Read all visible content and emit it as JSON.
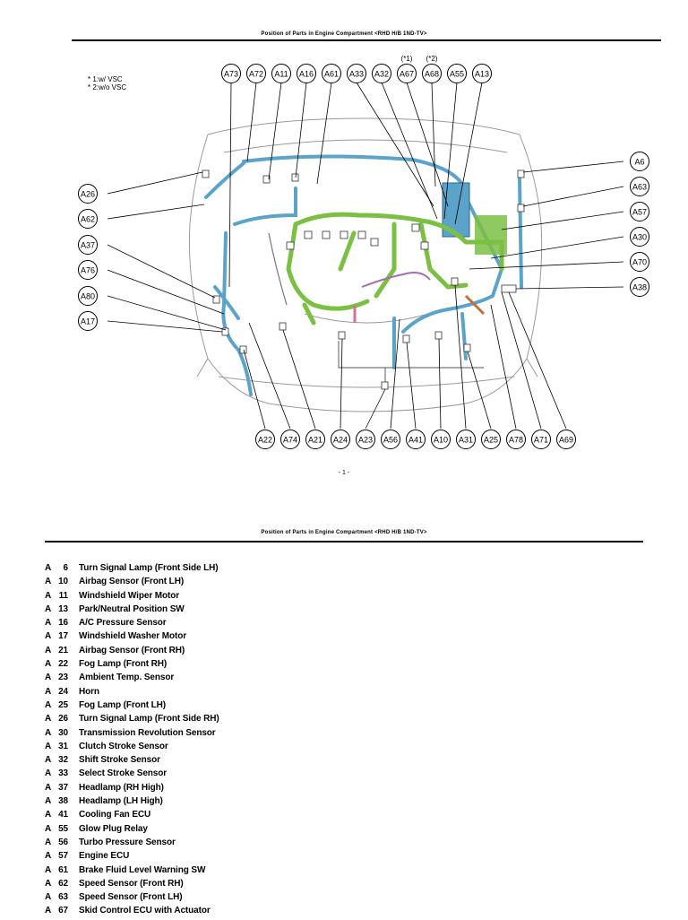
{
  "page1": {
    "header": "Position of Parts in Engine Compartment <RHD H/B 1ND-TV>",
    "footnotes": [
      "* 1:w/ VSC",
      "* 2:w/o VSC"
    ],
    "top_notes": [
      "(*1)",
      "(*2)"
    ],
    "top_callouts": [
      "A73",
      "A72",
      "A11",
      "A16",
      "A61",
      "A33",
      "A32",
      "A67",
      "A68",
      "A55",
      "A13"
    ],
    "left_callouts": [
      "A26",
      "A62",
      "A37",
      "A76",
      "A80",
      "A17"
    ],
    "right_callouts": [
      "A6",
      "A63",
      "A57",
      "A30",
      "A70",
      "A38"
    ],
    "bottom_callouts": [
      "A22",
      "A74",
      "A21",
      "A24",
      "A23",
      "A56",
      "A41",
      "A10",
      "A31",
      "A25",
      "A78",
      "A71",
      "A69"
    ],
    "page_number": "- 1 -"
  },
  "page2": {
    "header": "Position of Parts in Engine Compartment <RHD H/B 1ND-TV>"
  },
  "legend": [
    {
      "prefix": "A",
      "num": "6",
      "name": "Turn Signal Lamp (Front Side LH)"
    },
    {
      "prefix": "A",
      "num": "10",
      "name": "Airbag Sensor (Front LH)"
    },
    {
      "prefix": "A",
      "num": "11",
      "name": "Windshield Wiper Motor"
    },
    {
      "prefix": "A",
      "num": "13",
      "name": "Park/Neutral Position SW"
    },
    {
      "prefix": "A",
      "num": "16",
      "name": "A/C Pressure Sensor"
    },
    {
      "prefix": "A",
      "num": "17",
      "name": "Windshield Washer Motor"
    },
    {
      "prefix": "A",
      "num": "21",
      "name": "Airbag Sensor (Front RH)"
    },
    {
      "prefix": "A",
      "num": "22",
      "name": "Fog Lamp (Front RH)"
    },
    {
      "prefix": "A",
      "num": "23",
      "name": "Ambient Temp. Sensor"
    },
    {
      "prefix": "A",
      "num": "24",
      "name": "Horn"
    },
    {
      "prefix": "A",
      "num": "25",
      "name": "Fog Lamp (Front LH)"
    },
    {
      "prefix": "A",
      "num": "26",
      "name": "Turn Signal Lamp (Front Side RH)"
    },
    {
      "prefix": "A",
      "num": "30",
      "name": "Transmission Revolution Sensor"
    },
    {
      "prefix": "A",
      "num": "31",
      "name": "Clutch Stroke Sensor"
    },
    {
      "prefix": "A",
      "num": "32",
      "name": "Shift Stroke Sensor"
    },
    {
      "prefix": "A",
      "num": "33",
      "name": "Select Stroke Sensor"
    },
    {
      "prefix": "A",
      "num": "37",
      "name": "Headlamp (RH High)"
    },
    {
      "prefix": "A",
      "num": "38",
      "name": "Headlamp (LH High)"
    },
    {
      "prefix": "A",
      "num": "41",
      "name": "Cooling Fan ECU"
    },
    {
      "prefix": "A",
      "num": "55",
      "name": "Glow Plug Relay"
    },
    {
      "prefix": "A",
      "num": "56",
      "name": "Turbo Pressure Sensor"
    },
    {
      "prefix": "A",
      "num": "57",
      "name": "Engine ECU"
    },
    {
      "prefix": "A",
      "num": "61",
      "name": "Brake Fluid Level Warning SW"
    },
    {
      "prefix": "A",
      "num": "62",
      "name": "Speed Sensor (Front RH)"
    },
    {
      "prefix": "A",
      "num": "63",
      "name": "Speed Sensor (Front LH)"
    },
    {
      "prefix": "A",
      "num": "67",
      "name": "Skid Control ECU with Actuator"
    }
  ]
}
